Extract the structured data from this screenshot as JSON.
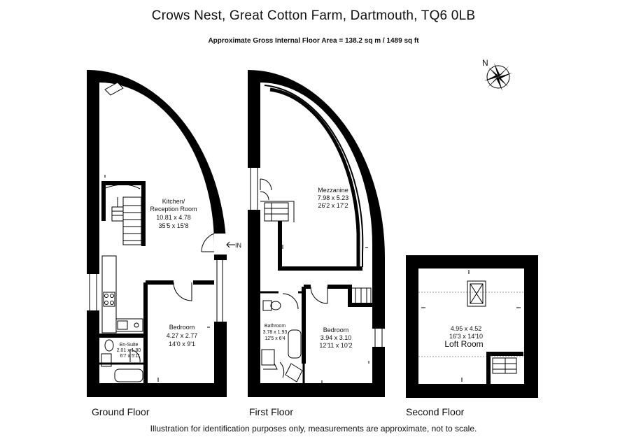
{
  "header": {
    "title": "Crows Nest, Great Cotton Farm, Dartmouth, TQ6 0LB",
    "area": "Approximate Gross Internal Floor Area = 138.2 sq m  / 1489 sq ft"
  },
  "compass": {
    "label": "N"
  },
  "floors": {
    "ground": "Ground Floor",
    "first": "First Floor",
    "second": "Second Floor"
  },
  "rooms": {
    "kitchen": {
      "name1": "Kitchen/",
      "name2": "Reception Room",
      "metric": "10.81 x 4.78",
      "imperial": "35'5 x 15'8"
    },
    "ground_bedroom": {
      "name": "Bedroom",
      "metric": "4.27 x 2.77",
      "imperial": "14'0 x 9'1"
    },
    "ensuite": {
      "name": "En-Suite",
      "metric": "2.01 x 1.80",
      "imperial": "6'7 x 5'11"
    },
    "mezzanine": {
      "name": "Mezzanine",
      "metric": "7.98 x 5.23",
      "imperial": "26'2 x 17'2"
    },
    "bathroom": {
      "name": "Bathroom",
      "metric": "3.78 x 1.93",
      "imperial": "12'5 x 6'4"
    },
    "first_bedroom": {
      "name": "Bedroom",
      "metric": "3.94 x 3.10",
      "imperial": "12'11 x 10'2"
    },
    "loft": {
      "name": "Loft Room",
      "metric": "4.95 x 4.52",
      "imperial": "16'3 x 14'10"
    }
  },
  "entrance": {
    "label": "IN"
  },
  "footer": {
    "disclaimer": "Illustration for identification purposes only, measurements are approximate, not to scale."
  }
}
